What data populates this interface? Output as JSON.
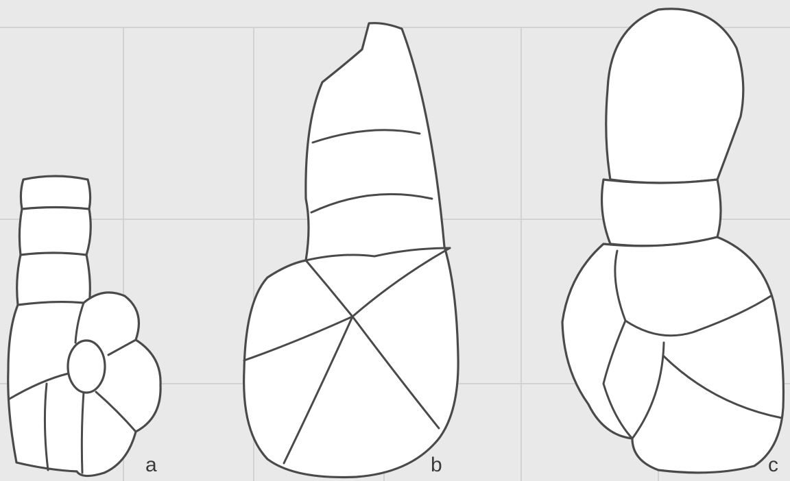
{
  "figure": {
    "background_color": "#e9e9e9",
    "line_color": "#4a4a4a",
    "panels": [
      {
        "id": "a",
        "label": "a"
      },
      {
        "id": "b",
        "label": "b"
      },
      {
        "id": "c",
        "label": "c"
      }
    ]
  }
}
